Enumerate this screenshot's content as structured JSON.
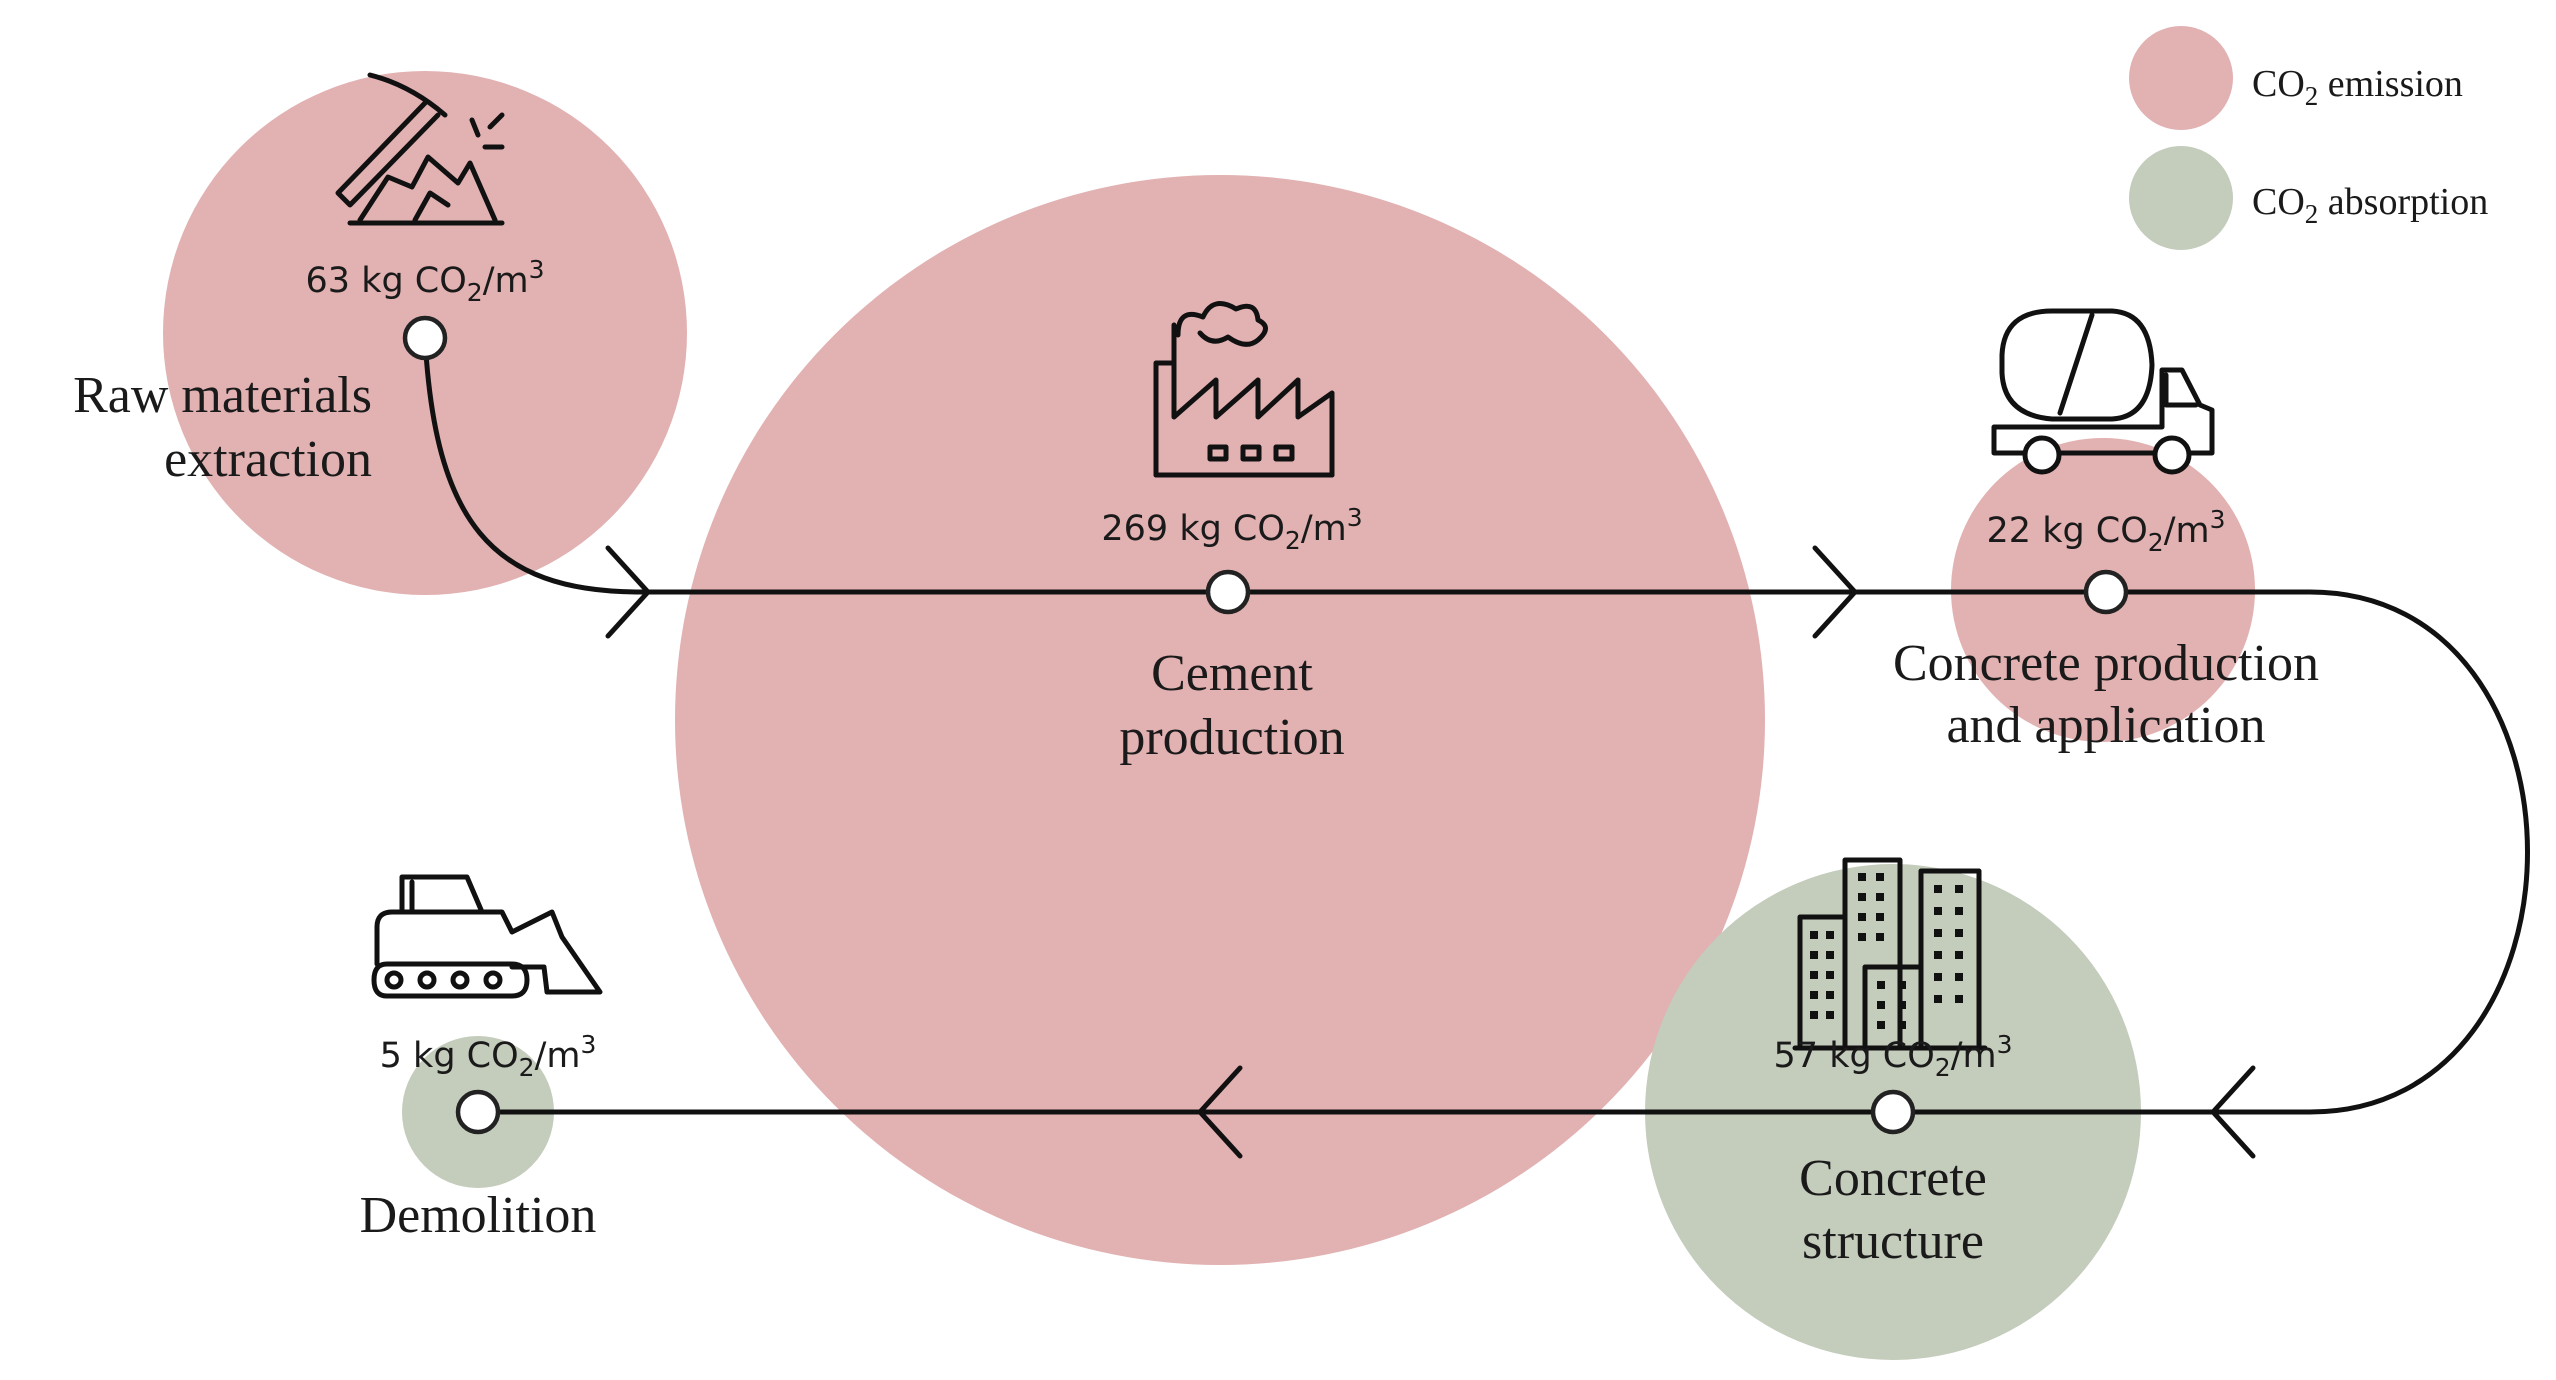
{
  "colors": {
    "emission": "#e2b1b2",
    "absorption": "#c4ccbc",
    "line": "#111111"
  },
  "legend": [
    {
      "prefix": "CO",
      "sub": "2",
      "suffix": "emission",
      "color": "#e2b1b2"
    },
    {
      "prefix": "CO",
      "sub": "2",
      "suffix": "absorption",
      "color": "#c4ccbc"
    }
  ],
  "stages": [
    {
      "id": "raw-materials-extraction",
      "type": "emission",
      "value_num": "63",
      "value_unit": "kg CO",
      "label_lines": [
        "Raw materials",
        "extraction"
      ],
      "icon": "pickaxe-rocks-icon"
    },
    {
      "id": "cement-production",
      "type": "emission",
      "value_num": "269",
      "value_unit": "kg CO",
      "label_lines": [
        "Cement",
        "production"
      ],
      "icon": "factory-icon"
    },
    {
      "id": "concrete-production-application",
      "type": "emission",
      "value_num": "22",
      "value_unit": "kg CO",
      "label_lines": [
        "Concrete production",
        "and application"
      ],
      "icon": "concrete-mixer-truck-icon"
    },
    {
      "id": "concrete-structure",
      "type": "absorption",
      "value_num": "57",
      "value_unit": "kg CO",
      "label_lines": [
        "Concrete",
        "structure"
      ],
      "icon": "buildings-icon"
    },
    {
      "id": "demolition",
      "type": "absorption",
      "value_num": "5",
      "value_unit": "kg CO",
      "label_lines": [
        "Demolition"
      ],
      "icon": "bulldozer-icon"
    }
  ],
  "unit_parts": {
    "sub": "2",
    "slash": "/m",
    "sup": "3"
  }
}
